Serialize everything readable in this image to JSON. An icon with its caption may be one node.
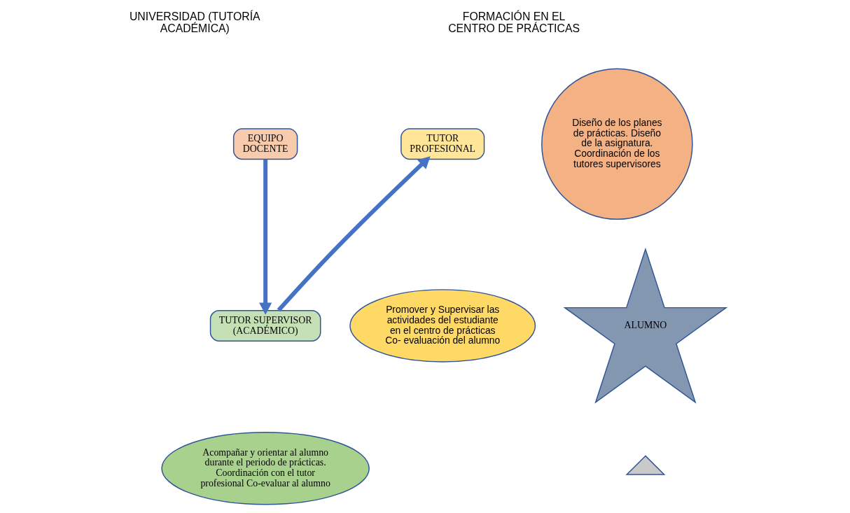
{
  "diagram": {
    "nodes": [
      {
        "text": [
          "EQUIPO DOCENTE"
        ]
      },
      {
        "text": [
          "Diseño de los planes de prácticas. Diseño de la asignatura. Coordinación de los tutores supervisores"
        ]
      },
      {
        "text": [],
        "shape": "triangle"
      },
      {
        "text": [
          "ALUMNO"
        ]
      },
      {
        "text": [
          "TUTOR PROFESIONAL"
        ]
      },
      {
        "text": [
          "TUTOR SUPERVISOR (ACADÉMICO)"
        ]
      },
      {
        "text": [
          "Acompañar y orientar al alumno durante el periodo de prácticas. Coordinación con el tutor profesional Co-evaluar al alumno"
        ]
      },
      {
        "text": [
          "Promover y Supervisar las actividades del estudiante en el centro de prácticas Co- evaluación del alumno"
        ]
      }
    ],
    "edges": [
      {
        "from": 0,
        "to": 5,
        "arrow": "to"
      },
      {
        "from": 5,
        "to": 4,
        "arrow": "to"
      }
    ],
    "labels": [
      "UNIVERSIDAD (TUTORÍA ACADÉMICA)",
      "FORMACIÓN EN EL CENTRO DE PRÁCTICAS"
    ]
  }
}
